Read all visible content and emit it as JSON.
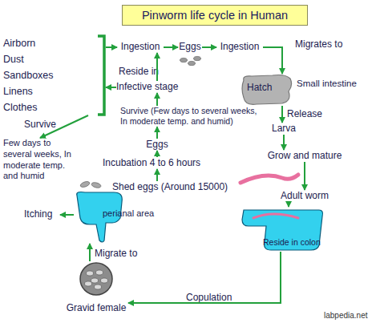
{
  "diagram": {
    "title": "Pinworm life cycle in Human",
    "nodes": [
      {
        "text": [
          "Airborn",
          "Dust",
          "Sandboxes",
          "Linens",
          "Clothes"
        ]
      },
      {
        "text": [
          "Ingestion"
        ]
      },
      {
        "text": [
          "Eggs"
        ]
      },
      {
        "text": [
          "Ingestion"
        ]
      },
      {
        "text": [
          "Hatch"
        ]
      },
      {
        "text": [
          "Infective stage"
        ]
      },
      {
        "text": [
          "Larva"
        ]
      },
      {
        "text": [
          "Survive (Few days to several weeks, In moderate temp. and humid)"
        ]
      },
      {
        "text": [
          "Eggs"
        ]
      },
      {
        "text": [
          "Grow and mature"
        ]
      },
      {
        "text": [
          "Incubation 4 to 6 hours"
        ]
      },
      {
        "text": [
          "Few days to several weeks, In moderate temp. and humid"
        ]
      },
      {
        "text": [
          "Shed eggs (Around 15000)"
        ]
      },
      {
        "text": [
          "Adult worm"
        ]
      },
      {
        "text": [
          "Itching"
        ]
      },
      {
        "text": [
          "perianal area"
        ]
      },
      {
        "text": [
          "Reside in colon"
        ]
      },
      {
        "text": [
          "Gravid female"
        ]
      }
    ],
    "edges": [
      {
        "from": 0,
        "to": 1,
        "arrow": "to"
      },
      {
        "from": 1,
        "to": 2,
        "arrow": "to"
      },
      {
        "from": 2,
        "to": 3,
        "arrow": "to"
      },
      {
        "from": 3,
        "to": 4,
        "label": "Migrates to",
        "arrow": "to"
      },
      {
        "from": 4,
        "to": 6,
        "label": "Release",
        "arrow": "to"
      },
      {
        "from": 6,
        "to": 9,
        "arrow": "to"
      },
      {
        "from": 9,
        "to": 13,
        "arrow": "to"
      },
      {
        "from": 13,
        "to": 16,
        "arrow": "to"
      },
      {
        "from": 16,
        "to": 17,
        "label": "Copulation",
        "arrow": "to"
      },
      {
        "from": 17,
        "to": 15,
        "label": "Migrate to",
        "arrow": "to"
      },
      {
        "from": 15,
        "to": 14,
        "arrow": "to"
      },
      {
        "from": 12,
        "to": 10,
        "arrow": "to"
      },
      {
        "from": 10,
        "to": 8,
        "arrow": "to"
      },
      {
        "from": 8,
        "to": 7,
        "arrow": "to"
      },
      {
        "from": 7,
        "to": 5,
        "arrow": "to"
      },
      {
        "from": 5,
        "to": 1,
        "arrow": "to"
      },
      {
        "from": 5,
        "to": 0,
        "label": "Reside in",
        "arrow": "to"
      },
      {
        "from": 0,
        "to": 11,
        "label": "Survive",
        "arrow": "to"
      }
    ],
    "labels": [
      "Small intestine",
      "labpedia.net"
    ]
  }
}
